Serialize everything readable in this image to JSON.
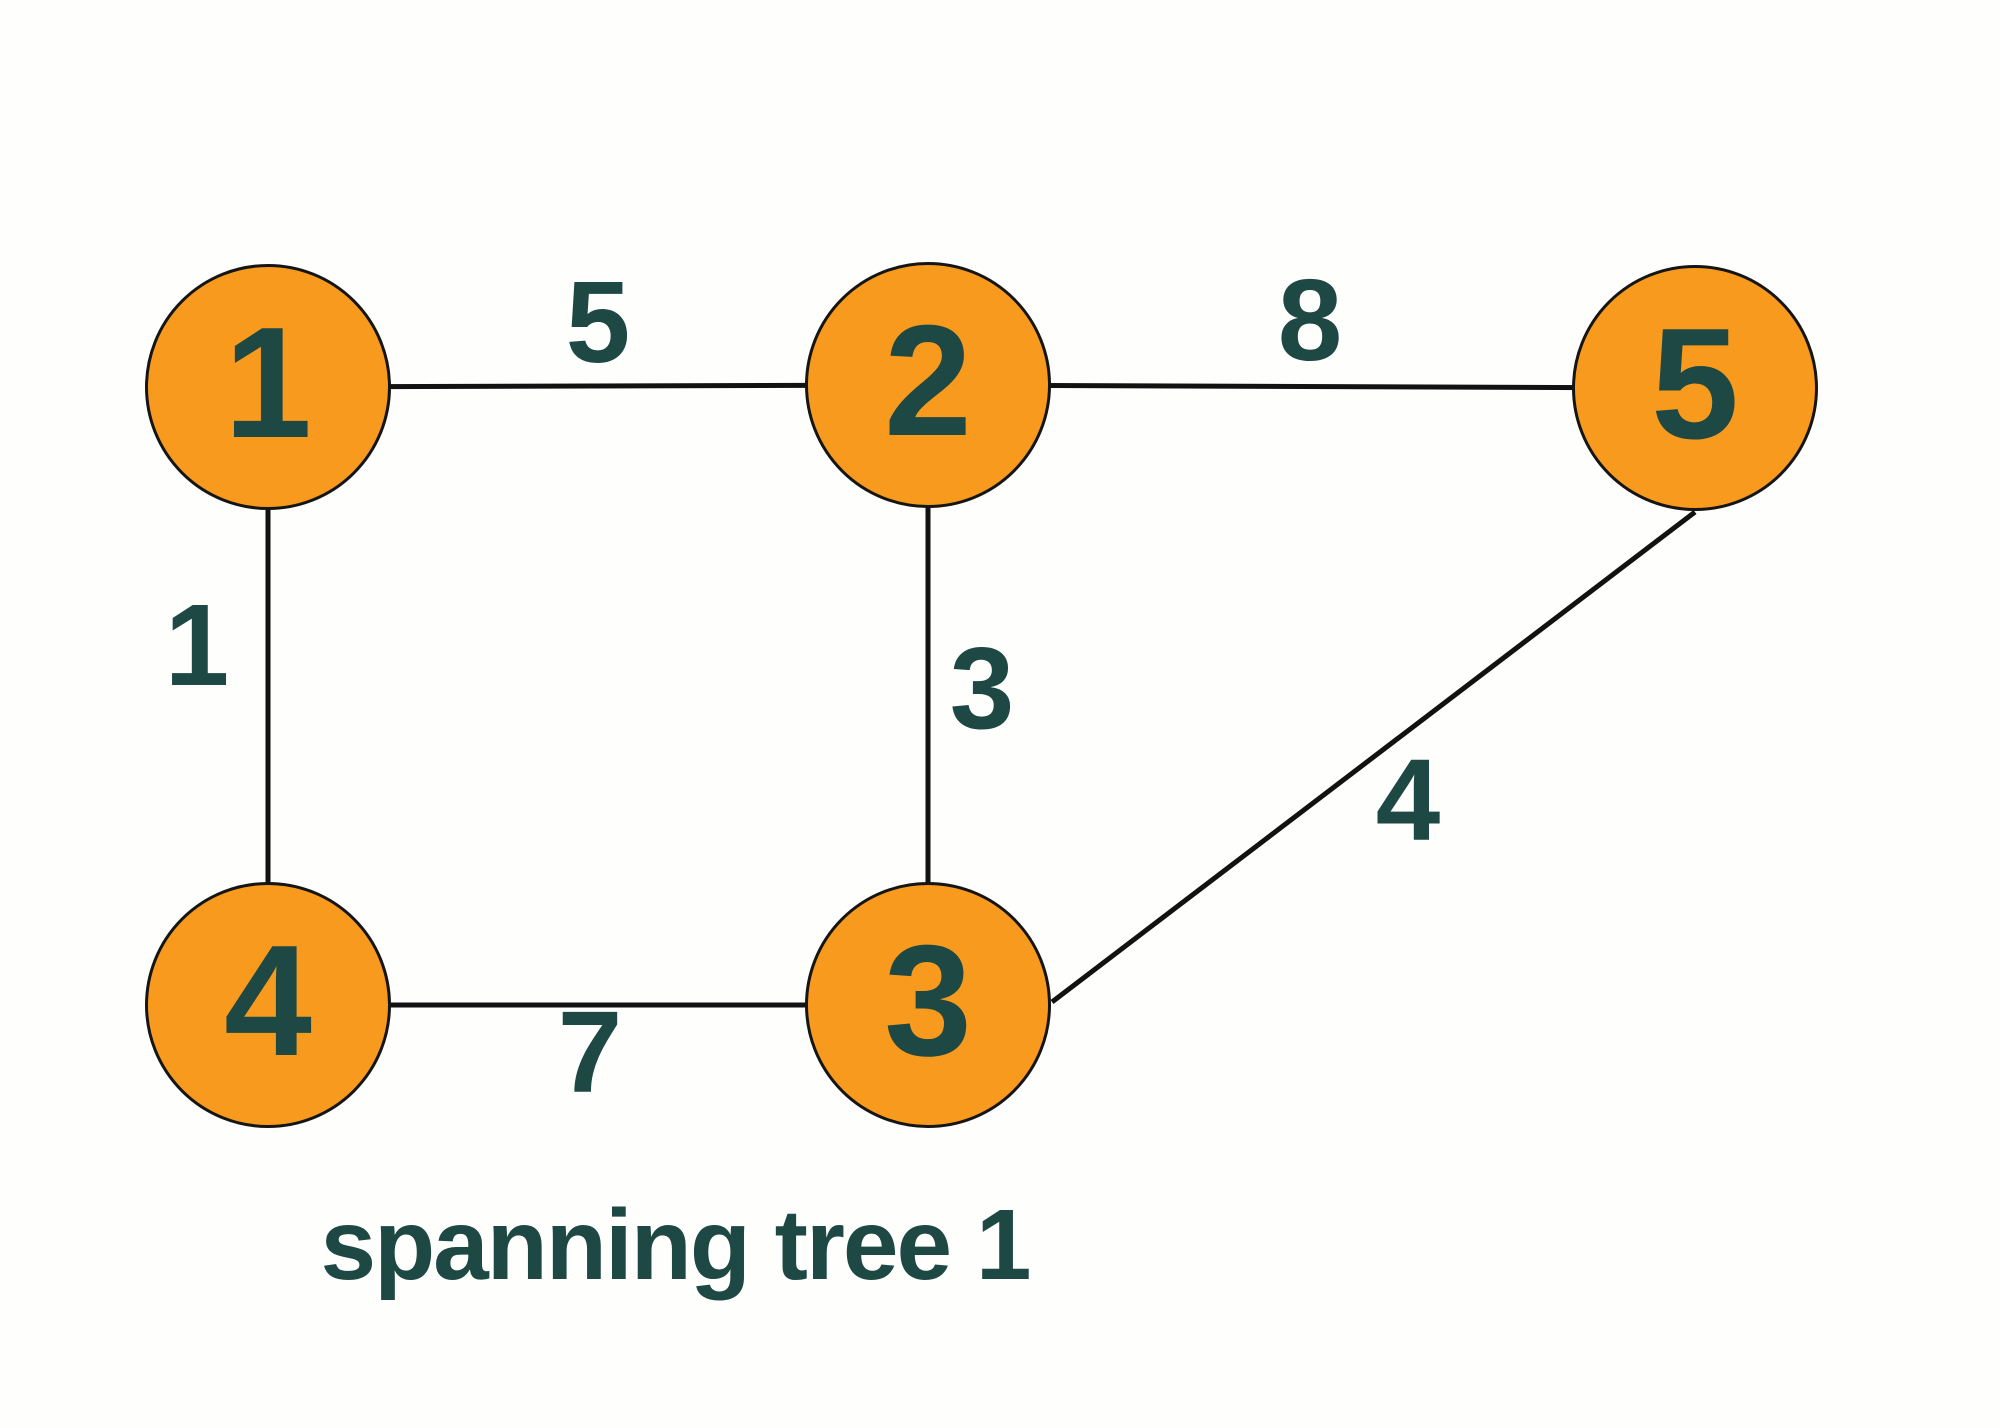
{
  "diagram": {
    "caption": "spanning tree 1",
    "nodes": [
      {
        "id": "1",
        "label": "1"
      },
      {
        "id": "2",
        "label": "2"
      },
      {
        "id": "5",
        "label": "5"
      },
      {
        "id": "4",
        "label": "4"
      },
      {
        "id": "3",
        "label": "3"
      }
    ],
    "edges": [
      {
        "from": "1",
        "to": "2",
        "weight": "5"
      },
      {
        "from": "2",
        "to": "5",
        "weight": "8"
      },
      {
        "from": "1",
        "to": "4",
        "weight": "1"
      },
      {
        "from": "2",
        "to": "3",
        "weight": "3"
      },
      {
        "from": "3",
        "to": "5",
        "weight": "4"
      },
      {
        "from": "4",
        "to": "3",
        "weight": "7"
      }
    ],
    "colors": {
      "node_fill": "#F89A1D",
      "node_border": "#151515",
      "edge_line": "#121212",
      "text": "#1D4843",
      "background": "#FEFEFD"
    }
  }
}
